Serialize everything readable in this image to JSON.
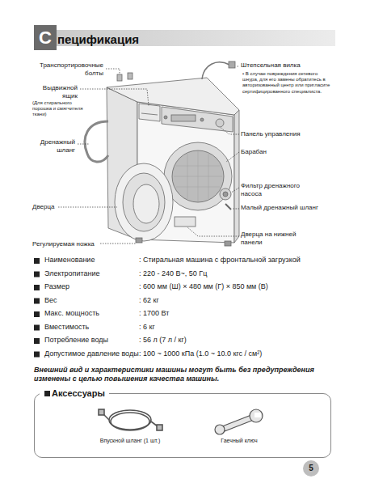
{
  "diagram": {
    "title": "Спецификация",
    "nodes": [
      {
        "text": [
          "Аксессуары",
          "Впускной шланг (1 шт.)",
          "Гаечный ключ"
        ]
      },
      {
        "text": [
          "5"
        ]
      }
    ],
    "labels": [
      "Транспортировочные болты",
      "Выдвижной ящик",
      "(Для стирального порошка и смягчителя ткани)",
      "Дренажный шланг",
      "Дверца",
      "Регулируемая ножка",
      "Штепсельная вилка",
      "• В случае повреждения сетевого шнура, для его замены обратитесь в авторизованный центр или пригласите сертифицированного специалиста.",
      "Панель управления",
      "Барабан",
      "Фильтр дренажного насоса",
      "Малый дренажный шланг",
      "Дверца на нижней панели",
      "Наименование",
      ": Стиральная машина с фронтальной загрузкой",
      "Электропитание",
      ": 220 - 240 В~, 50 Гц",
      "Размер",
      ": 600 мм (Ш) × 480 мм (Г) × 850 мм (В)",
      "Вес",
      ": 62 кг",
      "Макс. мощность",
      ": 1700 Вт",
      "Вместимость",
      ": 6 кг",
      "Потребление воды",
      ": 56 л (7 л / кг)",
      "Допустимое давление воды",
      ": 100 ~ 1000 кПа (1.0 ~ 10.0 кгс / см²)",
      "Внешний вид и характеристики машины могут быть без предупреждения изменены с целью повышения качества машины."
    ]
  }
}
